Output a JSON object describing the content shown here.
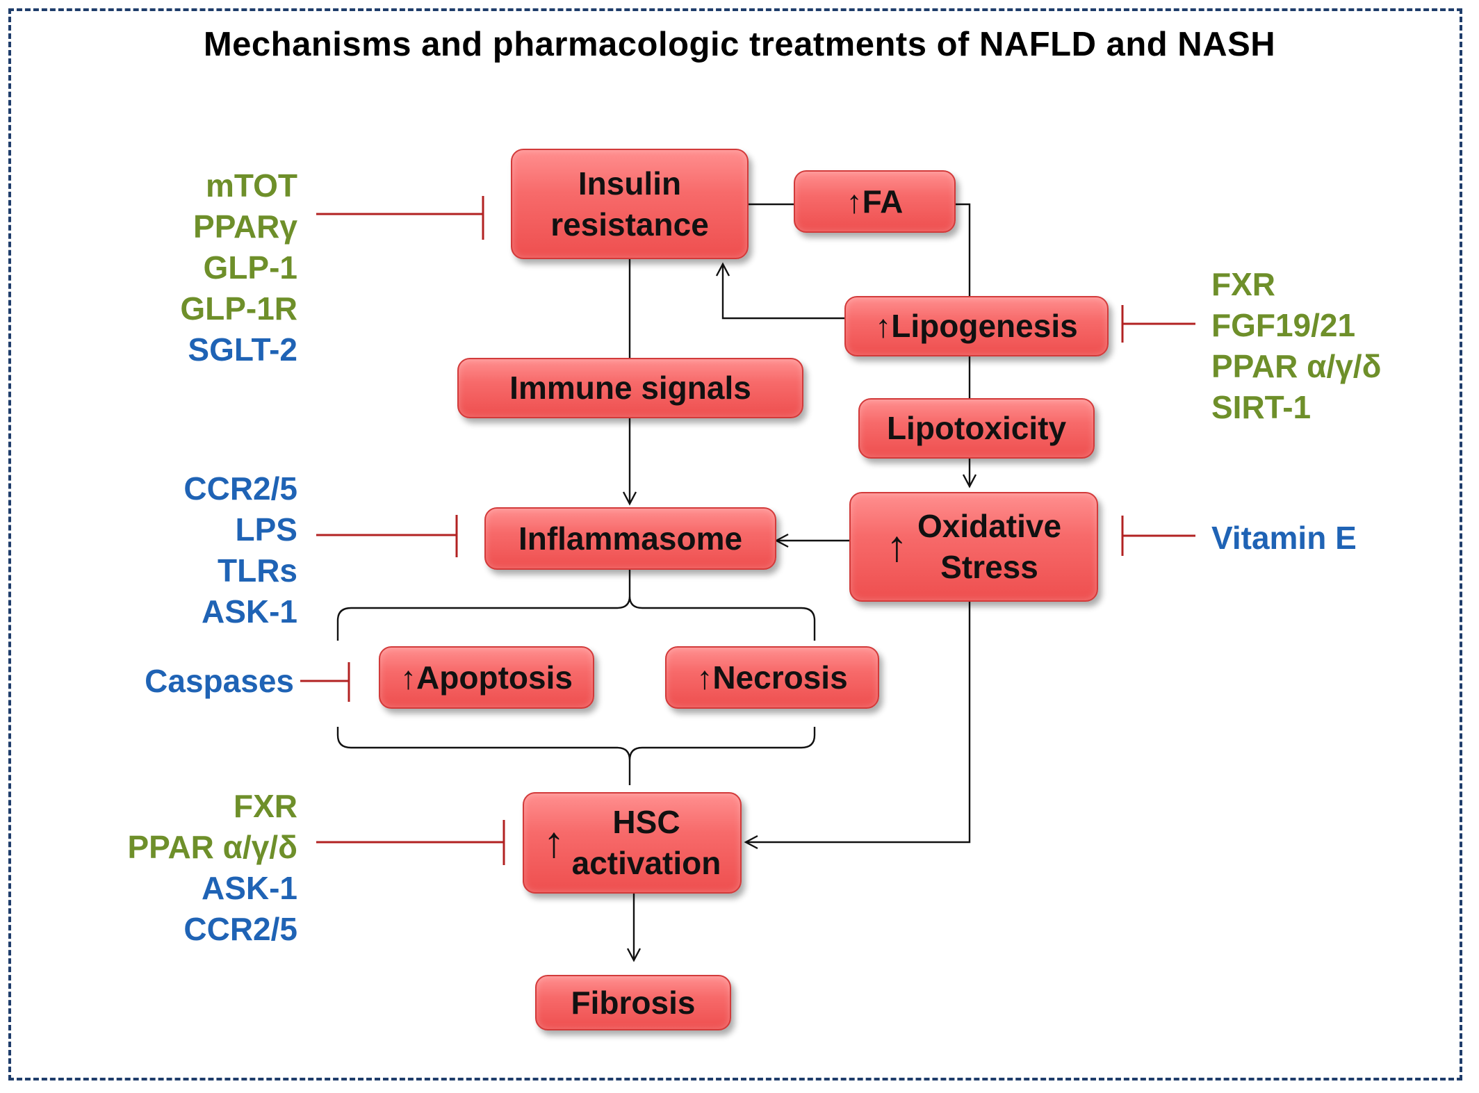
{
  "title": "Mechanisms and pharmacologic treatments of NAFLD and NASH",
  "colors": {
    "frame_border": "#1f3d6b",
    "node_fill": "#f76a6a",
    "node_border": "#d23a3a",
    "inhibition_line": "#b22222",
    "arrow_line": "#111111",
    "drug_green": "#6e8f2a",
    "drug_blue": "#1f63b5"
  },
  "nodes": {
    "insulin_resistance": {
      "line1": "Insulin",
      "line2": "resistance"
    },
    "fa": {
      "arrow": "↑",
      "label": "FA"
    },
    "lipogenesis": {
      "arrow": "↑",
      "label": "Lipogenesis"
    },
    "immune_signals": {
      "label": "Immune signals"
    },
    "lipotoxicity": {
      "label": "Lipotoxicity"
    },
    "oxidative_stress": {
      "arrow": "↑",
      "line1": "Oxidative",
      "line2": "Stress"
    },
    "inflammasome": {
      "label": "Inflammasome"
    },
    "apoptosis": {
      "arrow": "↑",
      "label": "Apoptosis"
    },
    "necrosis": {
      "arrow": "↑",
      "label": "Necrosis"
    },
    "hsc_activation": {
      "arrow": "↑",
      "line1": "HSC",
      "line2": "activation"
    },
    "fibrosis": {
      "label": "Fibrosis"
    }
  },
  "drug_groups": {
    "insulin_resistance": [
      {
        "text": "mTOT",
        "color": "green"
      },
      {
        "text": "PPARγ",
        "color": "green"
      },
      {
        "text": "GLP-1",
        "color": "green"
      },
      {
        "text": "GLP-1R",
        "color": "green"
      },
      {
        "text": "SGLT-2",
        "color": "blue"
      }
    ],
    "lipogenesis": [
      {
        "text": "FXR",
        "color": "green"
      },
      {
        "text": "FGF19/21",
        "color": "green"
      },
      {
        "text": "PPAR α/γ/δ",
        "color": "green"
      },
      {
        "text": "SIRT-1",
        "color": "green"
      }
    ],
    "inflammasome": [
      {
        "text": "CCR2/5",
        "color": "blue"
      },
      {
        "text": "LPS",
        "color": "blue"
      },
      {
        "text": "TLRs",
        "color": "blue"
      },
      {
        "text": "ASK-1",
        "color": "blue"
      }
    ],
    "oxidative_stress": [
      {
        "text": "Vitamin E",
        "color": "blue"
      }
    ],
    "apoptosis": [
      {
        "text": "Caspases",
        "color": "blue"
      }
    ],
    "hsc_activation": [
      {
        "text": "FXR",
        "color": "green"
      },
      {
        "text": "PPAR α/γ/δ",
        "color": "green"
      },
      {
        "text": "ASK-1",
        "color": "blue"
      },
      {
        "text": "CCR2/5",
        "color": "blue"
      }
    ]
  }
}
